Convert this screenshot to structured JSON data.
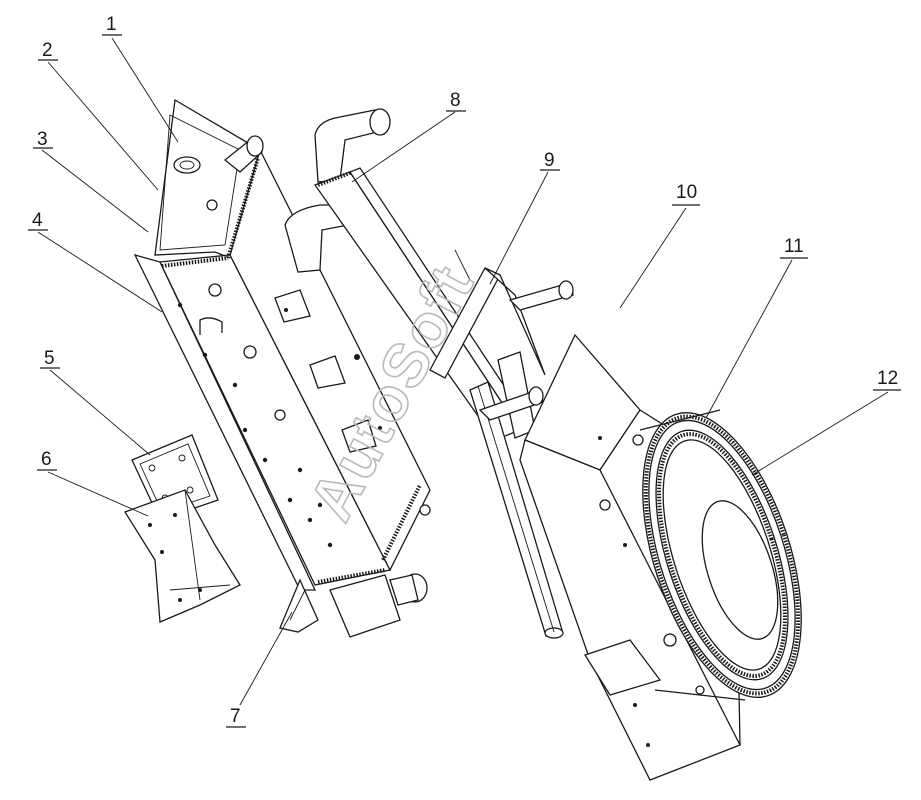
{
  "callouts": [
    {
      "n": "1"
    },
    {
      "n": "2"
    },
    {
      "n": "3"
    },
    {
      "n": "4"
    },
    {
      "n": "5"
    },
    {
      "n": "6"
    },
    {
      "n": "7"
    },
    {
      "n": "8"
    },
    {
      "n": "9"
    },
    {
      "n": "10"
    },
    {
      "n": "11"
    },
    {
      "n": "12"
    }
  ],
  "watermark": "AutoSoft",
  "line_color": "#1a1a1a",
  "watermark_color": "#b9b9b9"
}
